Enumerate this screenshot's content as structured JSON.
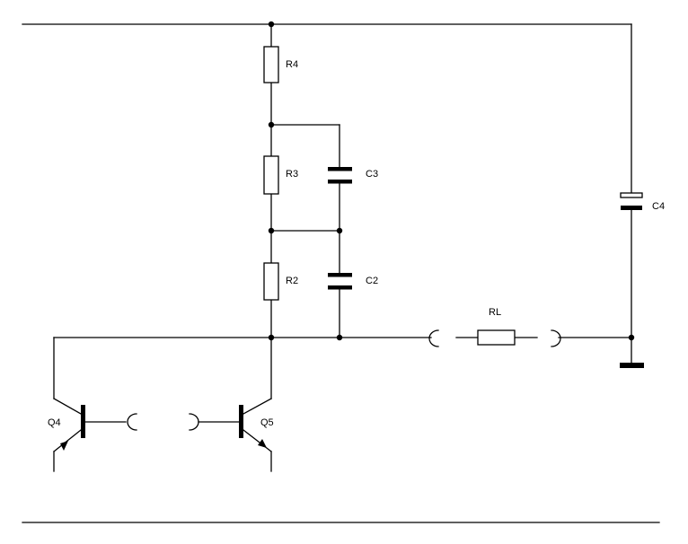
{
  "labels": {
    "R4": "R4",
    "R3": "R3",
    "R2": "R2",
    "C3": "C3",
    "C2": "C2",
    "C4": "C4",
    "RL": "RL",
    "Q4": "Q4",
    "Q5": "Q5"
  }
}
